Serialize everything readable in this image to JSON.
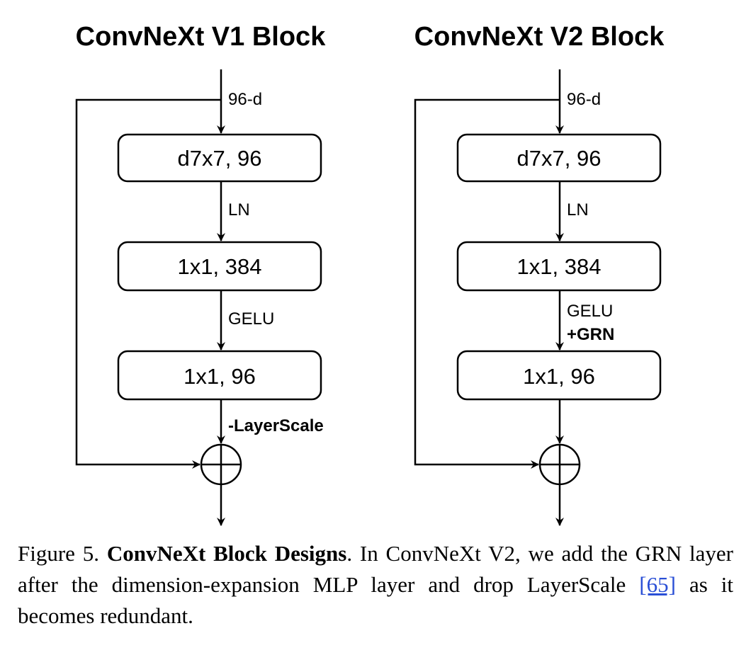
{
  "blocks": [
    {
      "title": "ConvNeXt V1 Block",
      "input_label": "96-d",
      "layers": [
        "d7x7, 96",
        "1x1, 384",
        "1x1, 96"
      ],
      "edge_labels": [
        "LN",
        "GELU"
      ],
      "annotation": "-LayerScale",
      "annotation_color": "#e8231f"
    },
    {
      "title": "ConvNeXt V2 Block",
      "input_label": "96-d",
      "layers": [
        "d7x7, 96",
        "1x1, 384",
        "1x1, 96"
      ],
      "edge_labels": [
        "LN",
        "GELU"
      ],
      "annotation": "+GRN",
      "annotation_color": "#1faa4a"
    }
  ],
  "caption": {
    "prefix": "Figure 5. ",
    "bold": "ConvNeXt Block Designs",
    "text_a": ". In ConvNeXt V2, we add the GRN layer after the dimension-expansion MLP layer and drop LayerScale ",
    "citation": "[65]",
    "text_b": " as it becomes redundant."
  }
}
